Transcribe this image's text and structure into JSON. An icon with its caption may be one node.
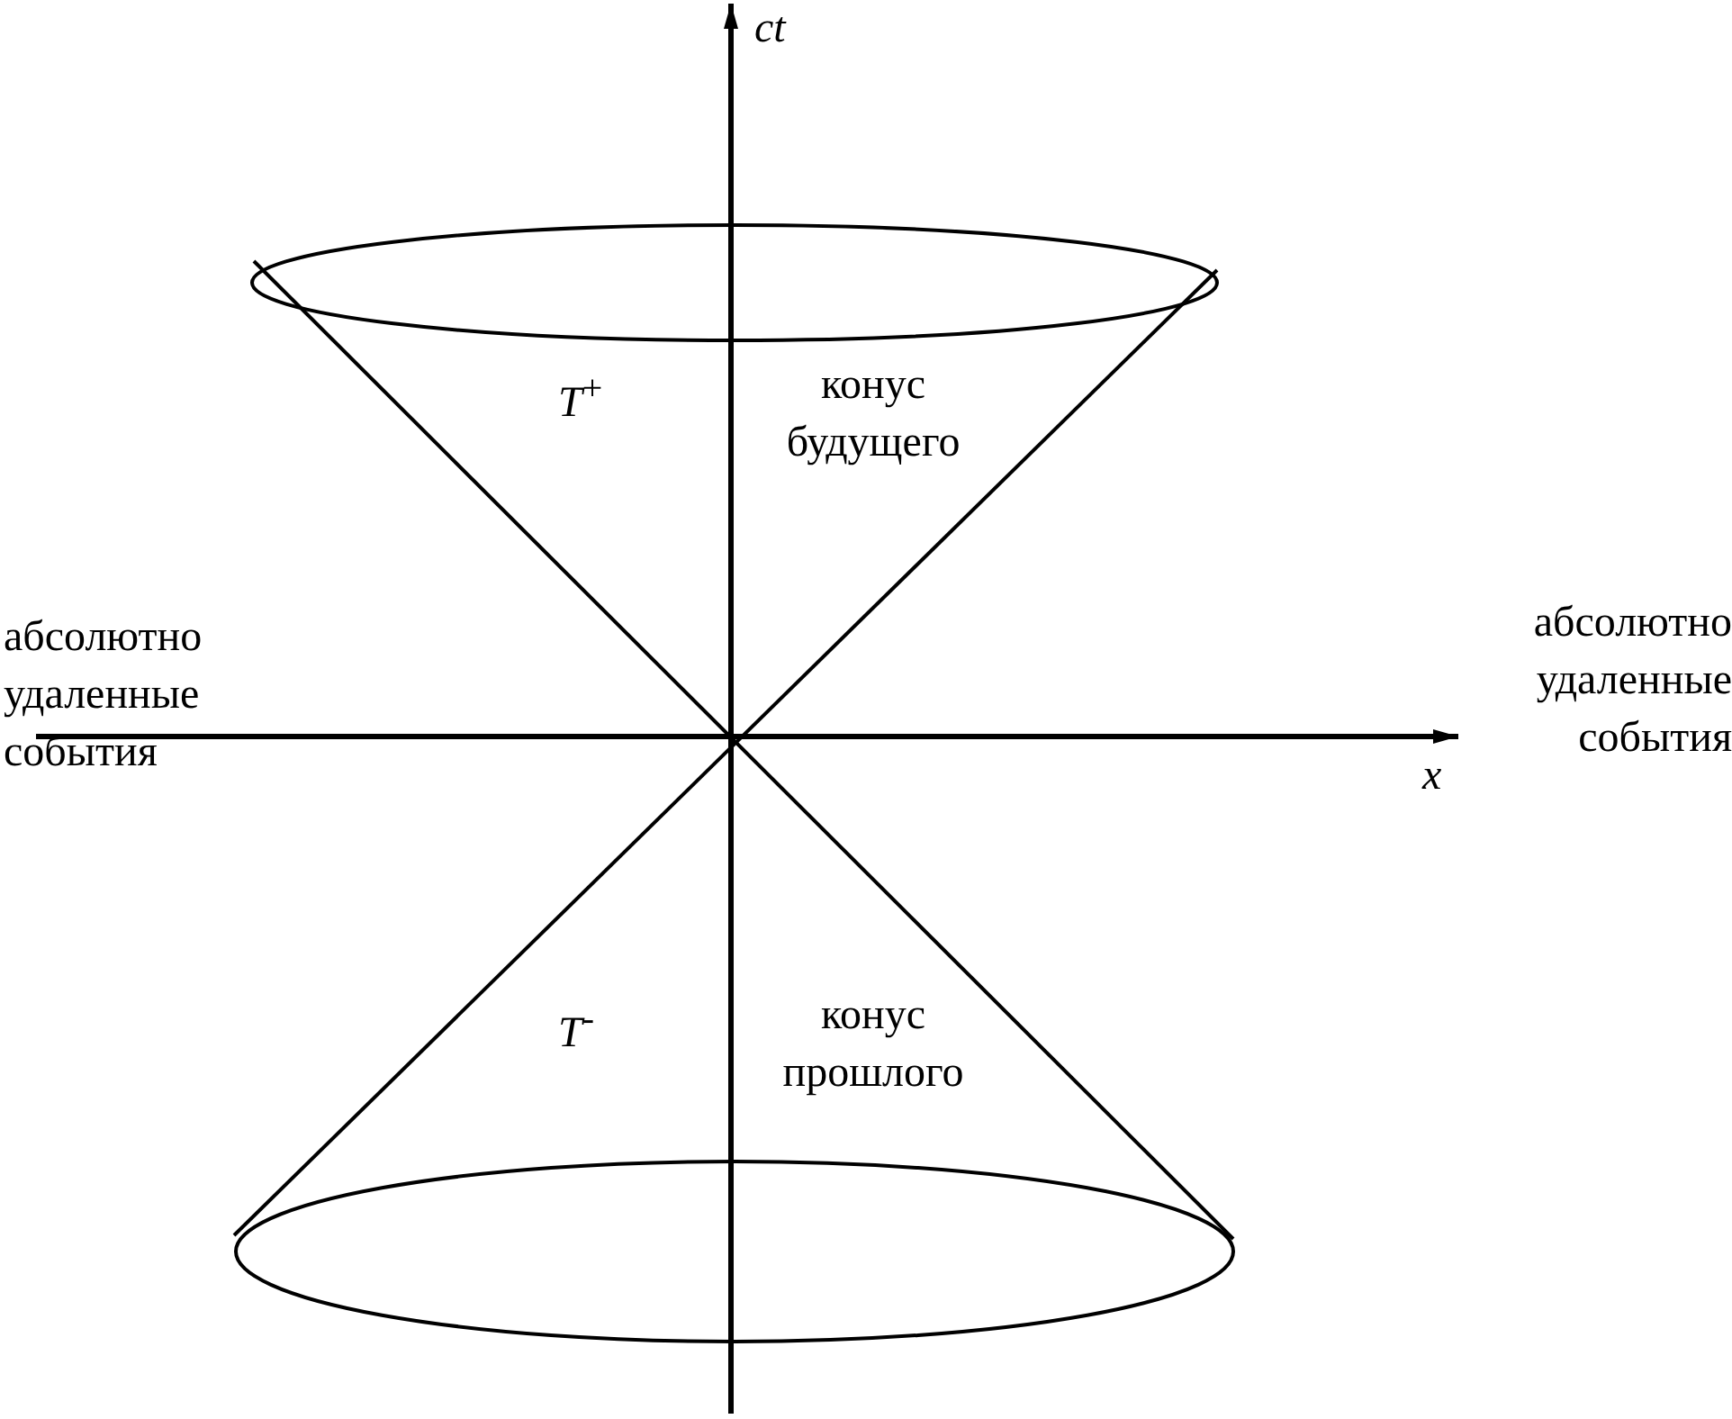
{
  "diagram": {
    "labels": [
      "ct",
      "*T*$^{+}$",
      "конус будущего",
      "абсолютно удаленные события",
      "абсолютно удаленные события",
      "x",
      "*T*$^{-}$",
      "конус прошлого"
    ]
  }
}
